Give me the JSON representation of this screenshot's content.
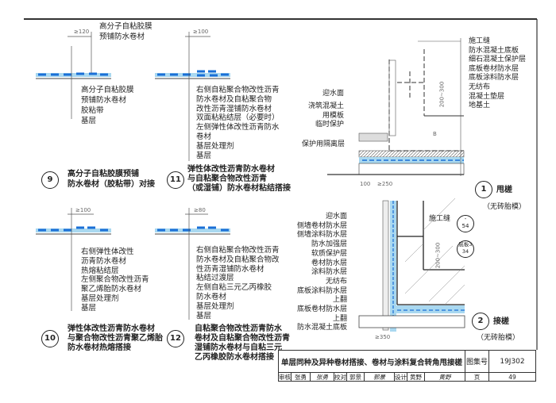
{
  "details": {
    "d9": {
      "num": "9",
      "dim": "≥120",
      "top_label": [
        "高分子自粘胶膜",
        "预铺防水卷材"
      ],
      "labels": [
        "高分子自粘胶膜",
        "预铺防水卷材",
        "胶粘带",
        "基层"
      ],
      "caption": [
        "高分子自粘胶膜预铺",
        "防水卷材（胶粘带）对接"
      ]
    },
    "d11": {
      "num": "11",
      "dim": "≥100",
      "labels": [
        "右侧自粘聚合物改性沥青",
        "防水卷材及自粘聚合物",
        "改性沥青湿铺防水卷材",
        "双面粘粘结层（必要时）",
        "左侧弹性体改性沥青防水",
        "卷材",
        "基层处理剂",
        "基层"
      ],
      "caption": [
        "弹性体改性沥青防水卷材",
        "与自粘聚合物改性沥青",
        "（或湿铺）防水卷材粘结搭接"
      ]
    },
    "d10": {
      "num": "10",
      "dim": "≥100",
      "labels": [
        "右侧弹性体改性",
        "沥青防水卷材",
        "热熔粘结层",
        "左侧聚合物改性沥青",
        "聚乙烯胎防水卷材",
        "基层处理剂",
        "基层"
      ],
      "caption": [
        "弹性体改性沥青防水卷材",
        "与聚合物改性沥青聚乙烯胎",
        "防水卷材热熔搭接"
      ]
    },
    "d12": {
      "num": "12",
      "dim": "≥80",
      "labels": [
        "右侧自粘聚合物改性沥青",
        "防水卷材及自粘聚合物改",
        "性沥青湿铺防水卷材",
        "粘结过渡层",
        "左侧自粘三元乙丙橡胶",
        "防水卷材",
        "基层处理剂",
        "基层"
      ],
      "caption": [
        "自粘聚合物改性沥青防水",
        "卷材及自粘聚合物改性沥青",
        "湿铺防水卷材与自粘三元",
        "乙丙橡胶防水卷材搭接"
      ]
    },
    "d1": {
      "num": "1",
      "title": "甩槎",
      "subtitle": "（无砖胎模）",
      "right_labels": [
        "施工缝",
        "防水混凝土底板",
        "细石混凝土保护层",
        "底板卷材防水层",
        "底板涂料防水层",
        "无纺布",
        "混凝土垫层",
        "地基土"
      ],
      "left_labels": [
        "迎水面",
        "浇筑混凝土",
        "用模板",
        "临时保护",
        "保护用隔离层"
      ],
      "dims": [
        "100",
        "≥250",
        "200~300",
        "B"
      ]
    },
    "d2": {
      "num": "2",
      "title": "接槎",
      "subtitle": "（无砖胎模）",
      "labels": [
        "迎水面",
        "侧墙卷材防水层",
        "侧墙涂料防水层",
        "防水加强层",
        "软质保护层",
        "卷材防水层",
        "涂料防水层",
        "无纺布",
        "底板涂料防水层",
        "上翻",
        "底板卷材防水层",
        "上翻",
        "防水混凝土底板"
      ],
      "joint": "施工缝",
      "ref1": [
        "-",
        "54"
      ],
      "ref2": [
        "底板3",
        "34"
      ],
      "dims": [
        "≥350",
        "200~300"
      ]
    }
  },
  "title_block": {
    "title": "单层同种及异种卷材搭接、卷材与涂料复合转角甩接槎",
    "atlas_label": "图集号",
    "atlas_no": "19J302",
    "row2": [
      "审核",
      "张勇",
      "校对",
      "郭景",
      "设计",
      "黄野",
      "页",
      "49"
    ],
    "sig1": "张勇",
    "sig2": "郭景",
    "sig3": "黄野"
  },
  "colors": {
    "waterproof": "#1a6fd6",
    "light": "#a9d8f0"
  }
}
